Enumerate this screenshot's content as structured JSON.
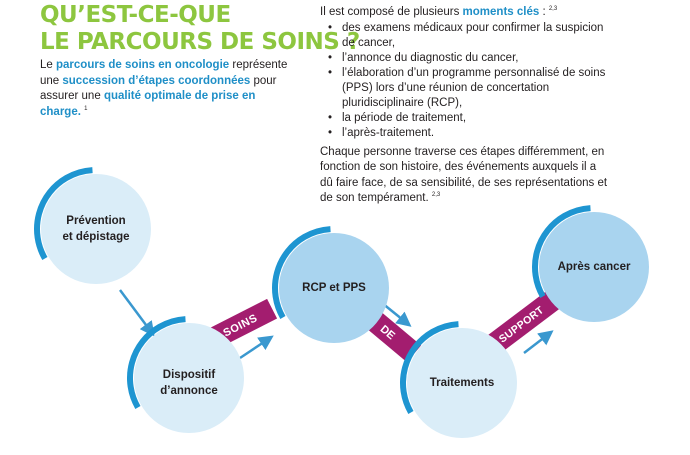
{
  "title": {
    "line1": "QU’EST-CE-QUE",
    "line2": "LE PARCOURS DE SOINS ?"
  },
  "intro": {
    "t1": "Le ",
    "hl1": "parcours de soins en oncologie",
    "t2": " représente une ",
    "hl2": "succession d’étapes coordonnées",
    "t3": " pour assurer une ",
    "hl3": "qualité optimale de prise en charge.",
    "ref": "1"
  },
  "moments": {
    "lead_text": "Il est composé de plusieurs ",
    "lead_bold": "moments clés",
    "lead_end": " :",
    "lead_ref": "2,3",
    "items": [
      "des examens médicaux pour confirmer la suspicion de cancer,",
      "l’annonce du diagnostic du cancer,",
      "l’élaboration d’un programme personnalisé de soins (PPS) lors d’une réunion de concertation pluridisciplinaire (RCP),",
      "la période de traitement,",
      "l’après-traitement."
    ]
  },
  "paragraph": {
    "text": "Chaque personne traverse ces étapes différemment, en fonction de son histoire, des événements auxquels il a dû faire face, de sa sensibilité, de ses représentations et de son tempérament.",
    "ref": "2,3"
  },
  "diagram": {
    "nodes": [
      {
        "line1": "Prévention",
        "line2": "et dépistage"
      },
      {
        "line1": "Dispositif",
        "line2": "d’annonce"
      },
      {
        "line1": "RCP et PPS",
        "line2": ""
      },
      {
        "line1": "Traitements",
        "line2": ""
      },
      {
        "line1": "Après cancer",
        "line2": ""
      }
    ],
    "banners": [
      "SOINS",
      "DE",
      "SUPPORT"
    ]
  },
  "colors": {
    "title_green": "#8dc63f",
    "highlight_blue": "#1f8fc7",
    "circle_light": "#daedf8",
    "circle_mid": "#a9d4ef",
    "ring_blue": "#1e95d1",
    "arrow_blue": "#3a98cf",
    "banner_magenta": "#a31d6f"
  }
}
